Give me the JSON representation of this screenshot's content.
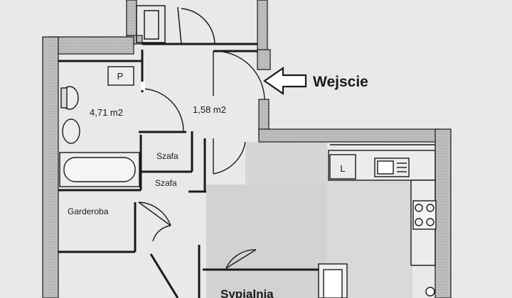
{
  "entrance": {
    "label": "Wejscie"
  },
  "rooms": {
    "bathroom_area": "4,71 m2",
    "hall_area": "1,58 m2",
    "wardrobe_1": "Szafa",
    "wardrobe_2": "Szafa",
    "walk_in_closet": "Garderoba",
    "bedroom": "Sypialnia"
  },
  "fixtures": {
    "washer_label": "P",
    "fridge_label": "L"
  },
  "colors": {
    "background": "#e9e9e9",
    "wall_fill": "#bdbdbd",
    "wall_stroke": "#1a1a1a",
    "floor_shade": "#d4d4d4"
  }
}
